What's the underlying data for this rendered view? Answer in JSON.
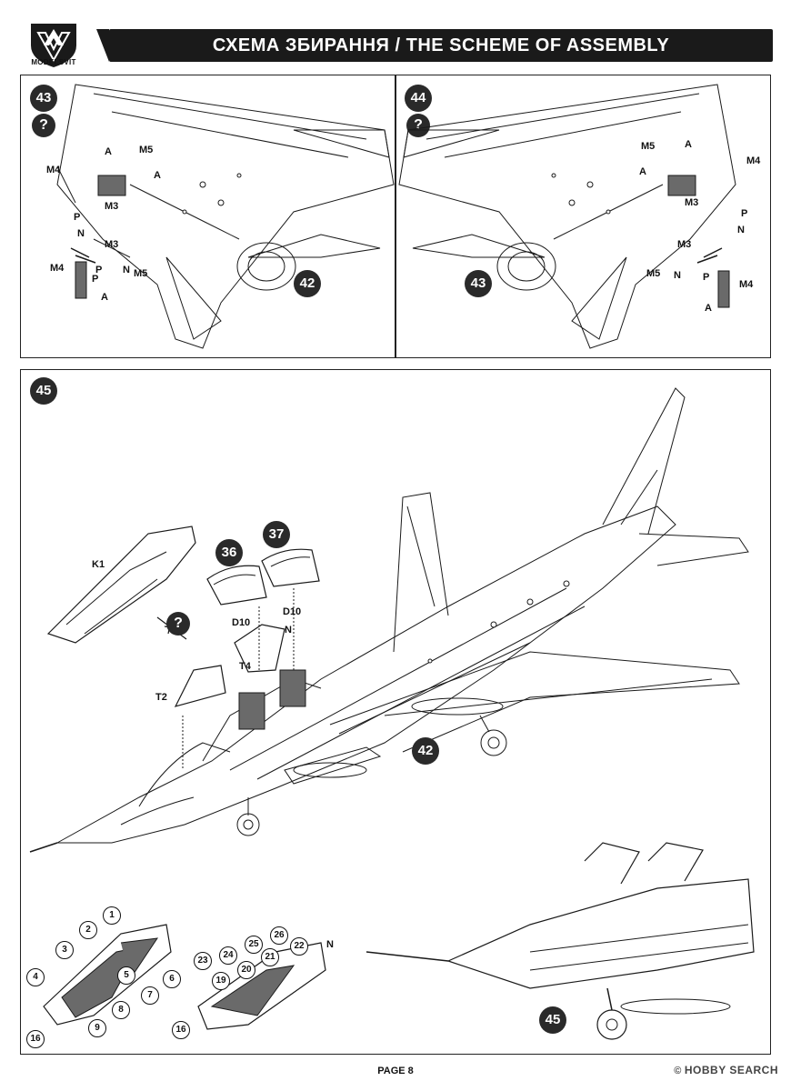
{
  "header": {
    "brand": "MODELSVIT",
    "title": "СХЕМА ЗБИРАННЯ / THE SCHEME OF ASSEMBLY"
  },
  "panels": {
    "step43": {
      "step": "43",
      "question": "?",
      "ref": "42",
      "labels": [
        "M5",
        "A",
        "A",
        "M4",
        "M3",
        "P",
        "N",
        "M3",
        "P",
        "N",
        "M5",
        "M4",
        "P",
        "A"
      ]
    },
    "step44": {
      "step": "44",
      "question": "?",
      "ref": "43",
      "labels": [
        "M5",
        "A",
        "M4",
        "A",
        "M3",
        "P",
        "N",
        "M3",
        "M5",
        "N",
        "P",
        "M4",
        "A"
      ]
    },
    "step45": {
      "step": "45",
      "parts": [
        "K1",
        "36",
        "37",
        "D10",
        "N",
        "D10",
        "T4",
        "T2",
        "?"
      ],
      "ref": "42",
      "detail_ref": "45",
      "canopy_front_numbers": [
        "1",
        "2",
        "3",
        "4",
        "5",
        "6",
        "7",
        "8",
        "9",
        "16"
      ],
      "canopy_rear_numbers": [
        "23",
        "24",
        "25",
        "26",
        "19",
        "20",
        "21",
        "22",
        "16",
        "N"
      ]
    }
  },
  "footer": {
    "page": "PAGE 8",
    "watermark_symbol": "©",
    "watermark": "HOBBY SEARCH"
  },
  "colors": {
    "ink": "#1a1a1a",
    "paper": "#ffffff",
    "shade": "#6a6a6a"
  }
}
